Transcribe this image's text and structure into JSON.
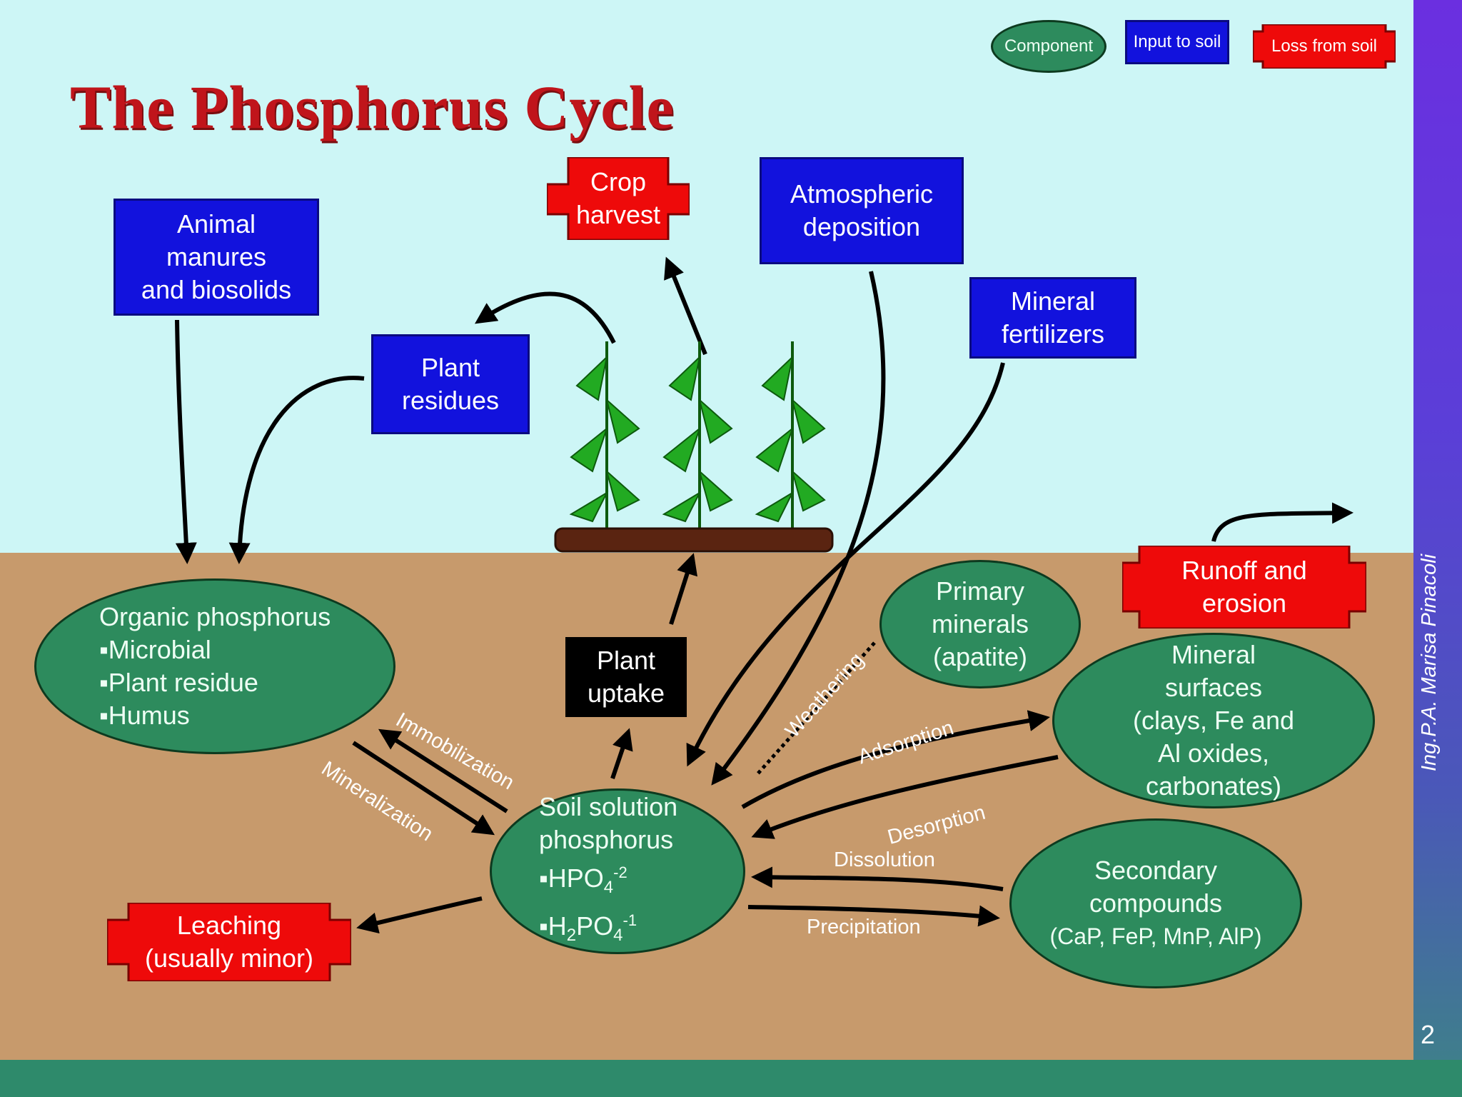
{
  "title": "The Phosphorus Cycle",
  "legend": {
    "component": "Component",
    "input": "Input to soil",
    "loss": "Loss from soil"
  },
  "inputs": {
    "manures": [
      "Animal",
      "manures",
      "and biosolids"
    ],
    "residues": [
      "Plant",
      "residues"
    ],
    "atmospheric": [
      "Atmospheric",
      "deposition"
    ],
    "fertilizers": [
      "Mineral",
      "fertilizers"
    ]
  },
  "losses": {
    "harvest": [
      "Crop",
      "harvest"
    ],
    "runoff": [
      "Runoff and",
      "erosion"
    ],
    "leaching": [
      "Leaching",
      "(usually minor)"
    ]
  },
  "process_box": {
    "uptake": [
      "Plant",
      "uptake"
    ]
  },
  "components": {
    "organic": [
      "Organic phosphorus",
      "▪Microbial",
      "▪Plant residue",
      "▪Humus"
    ],
    "primary": [
      "Primary",
      "minerals",
      "(apatite)"
    ],
    "mineral_surfaces": [
      "Mineral",
      "surfaces",
      "(clays, Fe and",
      "Al oxides,",
      "carbonates)"
    ],
    "secondary": [
      "Secondary",
      "compounds",
      "(CaP, FeP, MnP, AlP)"
    ],
    "soil_solution": {
      "line1": "Soil solution",
      "line2": "phosphorus",
      "hpo": "▪HPO",
      "hpo_sub": "4",
      "hpo_sup": "-2",
      "h2": "▪H",
      "h2_sub": "2",
      "po": "PO",
      "po_sub": "4",
      "po_sup": "-1"
    }
  },
  "processes": {
    "immobilization": "Immobilization",
    "mineralization": "Mineralization",
    "weathering": "Weathering",
    "adsorption": "Adsorption",
    "desorption": "Desorption",
    "dissolution": "Dissolution",
    "precipitation": "Precipitation"
  },
  "author": "Ing.P.A.  Marisa Pinacoli",
  "page_number": "2",
  "colors": {
    "sky": "#cdf6f6",
    "soil": "#c79a6c",
    "component": "#2d8b5d",
    "input": "#1212dd",
    "loss": "#ee0a0a",
    "title": "#c0151b",
    "ground": "#5a2411",
    "plant": "#22aa22"
  }
}
